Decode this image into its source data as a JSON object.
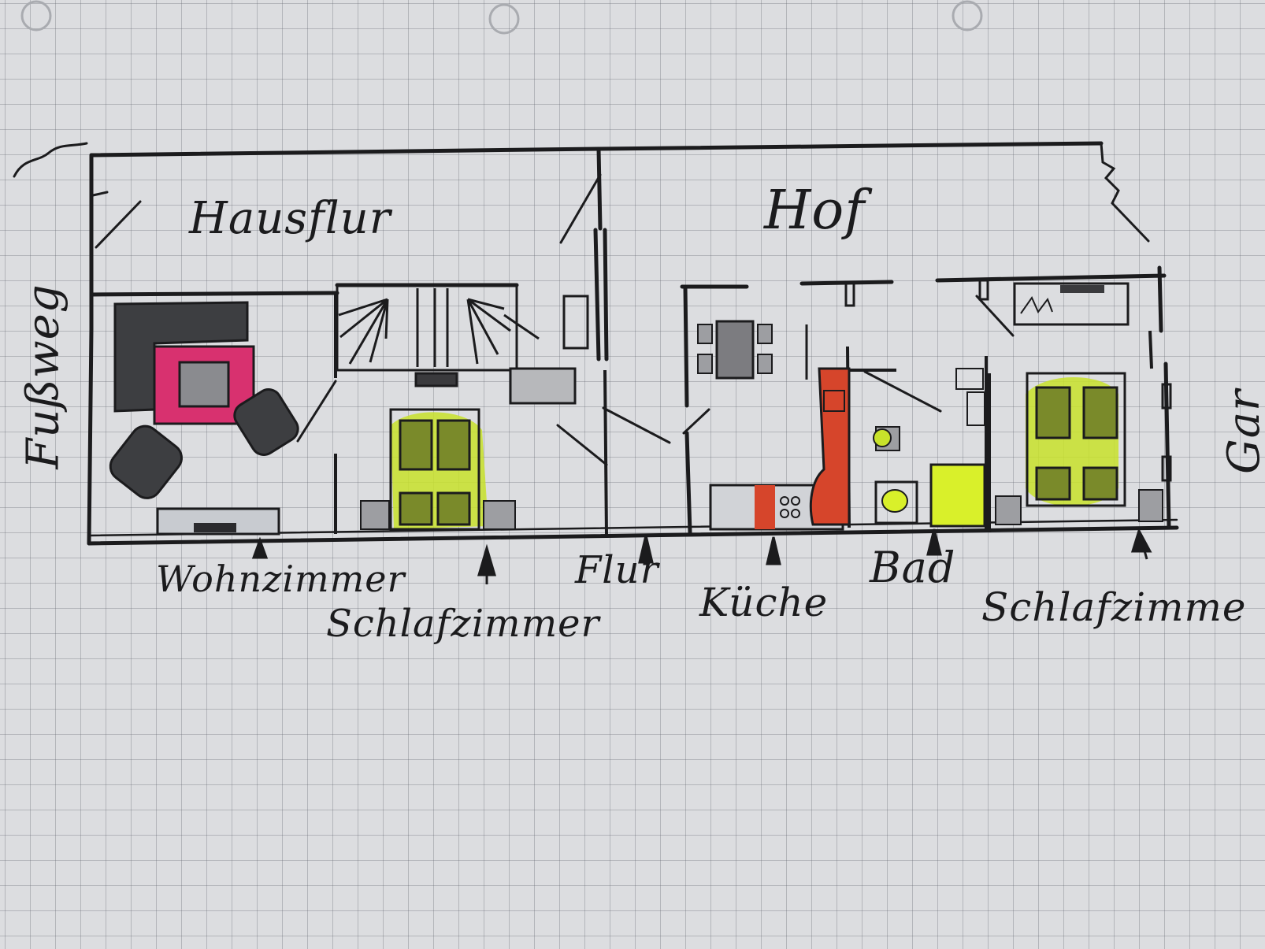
{
  "labels": {
    "hausflur": "Hausflur",
    "hof": "Hof",
    "fussweg": "Fußweg",
    "garten": "Gar",
    "wohnzimmer": "Wohnzimmer",
    "schlafzimmer_1": "Schlafzimmer",
    "flur": "Flur",
    "kueche": "Küche",
    "bad": "Bad",
    "schlafzimmer_2": "Schlafzimme"
  },
  "colors": {
    "ink": "#1b1b1d",
    "sofa": "#3d3e41",
    "rug": "#d8316f",
    "bed_highlight": "#c8e22a",
    "kitchen_red": "#d6452b",
    "bath_yellow": "#d9f02a",
    "grid": "#5f646e",
    "paper": "#dcdde0"
  }
}
